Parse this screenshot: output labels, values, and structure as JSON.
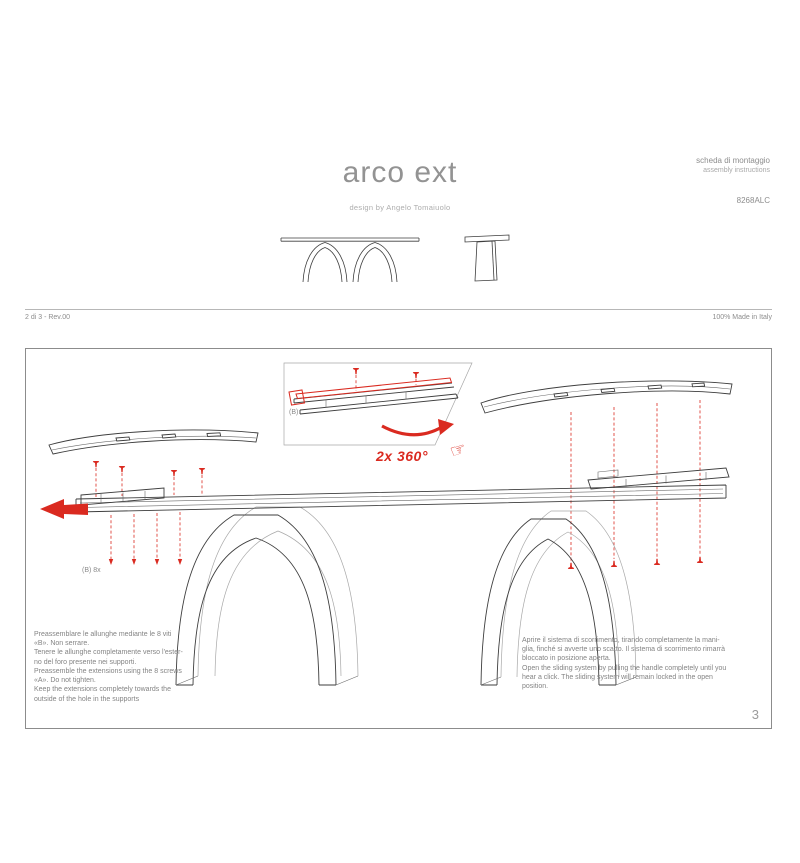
{
  "header": {
    "title": "arco ext",
    "design_credit": "design by Angelo Tomaiuolo",
    "doc_type_it": "scheda di montaggio",
    "doc_type_en": "assembly instructions",
    "product_code": "8268ALC"
  },
  "meta": {
    "page_info": "2 di 3 - Rev.00",
    "made_in": "100% Made in Italy"
  },
  "diagram": {
    "inset_label": "(B)",
    "screws_label": "(B) 8x",
    "rotation_label": "2x 360°",
    "hand_icon": "☞",
    "page_number": "3",
    "accent_color": "#da2a20"
  },
  "instructions": {
    "left_it": "Preassemblare le allunghe mediante le 8 viti\n«B». Non serrare.\nTenere le allunghe completamente verso l'ester-\nno del foro presente nei supporti.",
    "left_en": "Preassemble the extensions using the 8 screws\n«A». Do not tighten.\nKeep the extensions completely towards the\noutside of the hole in the supports",
    "right_it": "Aprire il sistema di scorrimento, tirando completamente la mani-\nglia, finché si avverte uno scatto. Il sistema di scorrimento rimarrà\nbloccato in posizione aperta.",
    "right_en": "Open the sliding system by pulling the handle completely until you\nhear a click. The sliding system will remain locked in the open\nposition."
  }
}
